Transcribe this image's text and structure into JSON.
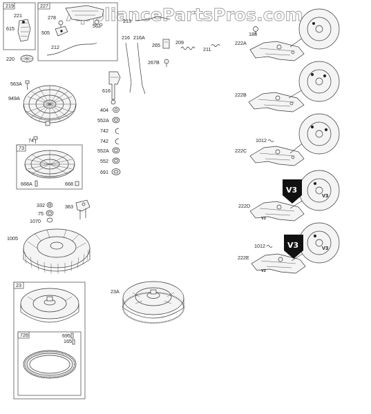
{
  "watermark": "AppliancePartsPros.com",
  "boxes": {
    "b219": "219",
    "b227": "227",
    "b73": "73",
    "b23": "23",
    "b726": "726"
  },
  "parts": {
    "p221": "221",
    "p615": "615",
    "p220": "220",
    "p278": "278",
    "p505": "505",
    "p562": "562",
    "p212": "212",
    "p213": "213",
    "p216": "216",
    "p216a": "216A",
    "p265": "265",
    "p209": "209",
    "p211": "211",
    "p267b": "267B",
    "p188": "188",
    "p222a": "222A",
    "p563a": "563A",
    "p949a": "949A",
    "p616": "616",
    "p404": "404",
    "p552a_1": "552A",
    "p742_1": "742",
    "p742_2": "742",
    "p222b": "222B",
    "p74": "74",
    "p552a_2": "552A",
    "p552": "552",
    "p691": "691",
    "p1012_1": "1012",
    "p222c": "222C",
    "p668a": "668A",
    "p668": "668",
    "p332": "332",
    "p75": "75",
    "p1070": "1070",
    "p363": "363",
    "p222d": "222D",
    "p1005": "1005",
    "p1012_2": "1012",
    "p222e": "222E",
    "p23a": "23A",
    "p695": "695",
    "p165": "165"
  },
  "badges": {
    "v3": "V3",
    "v3_small": "V3"
  }
}
